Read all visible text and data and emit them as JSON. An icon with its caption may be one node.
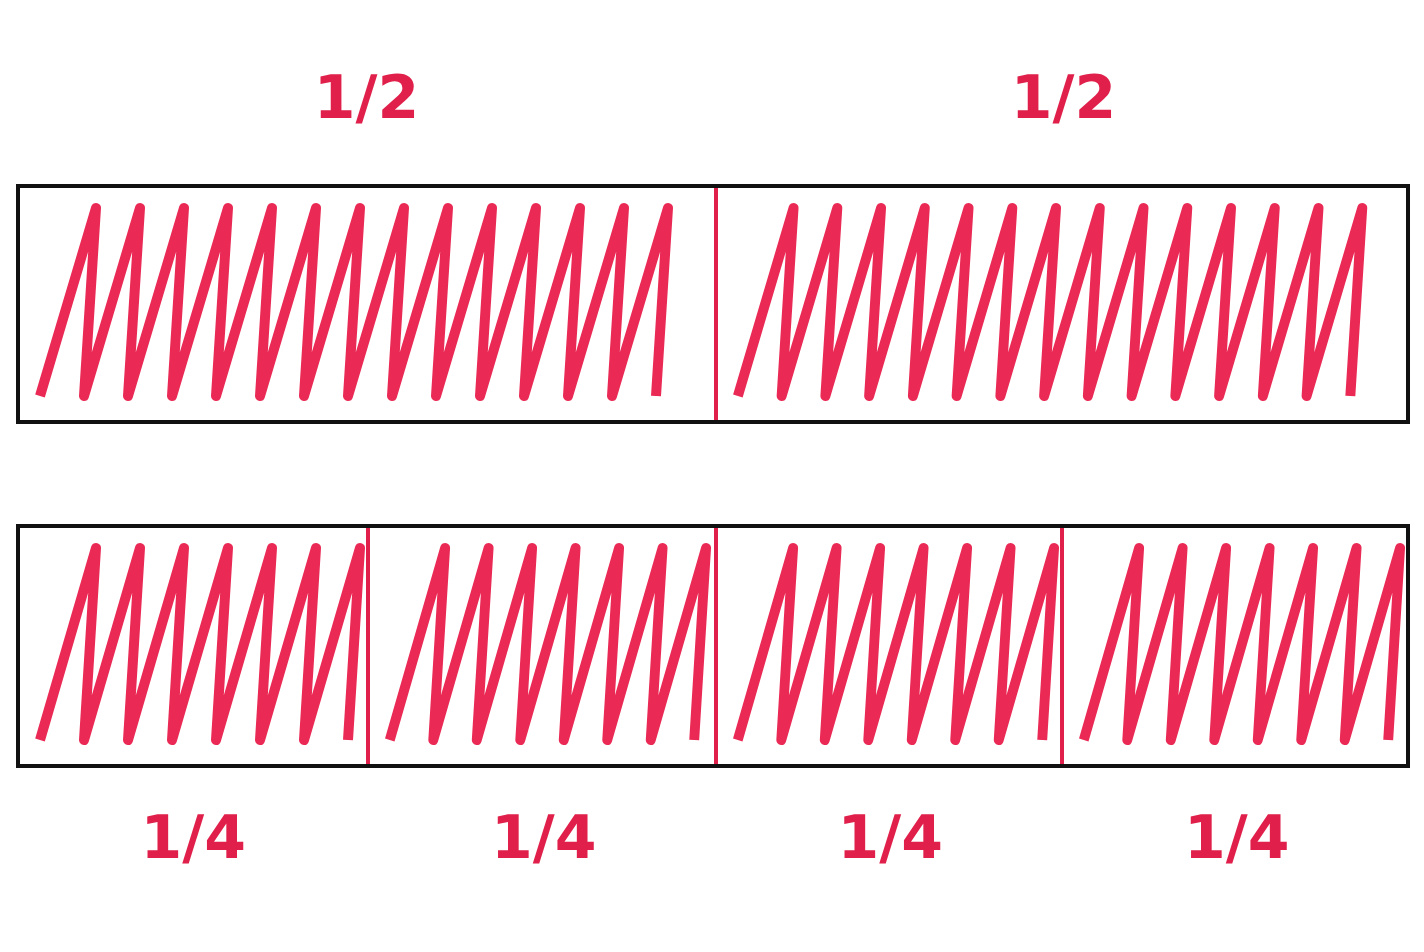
{
  "diagram": {
    "nodes": [
      {
        "text": [
          "1/2"
        ]
      },
      {
        "text": [
          "1/2"
        ]
      },
      {
        "text": [
          "1/4"
        ]
      },
      {
        "text": [
          "1/4"
        ]
      },
      {
        "text": [
          "1/4"
        ]
      },
      {
        "text": [
          "1/4"
        ]
      }
    ]
  }
}
